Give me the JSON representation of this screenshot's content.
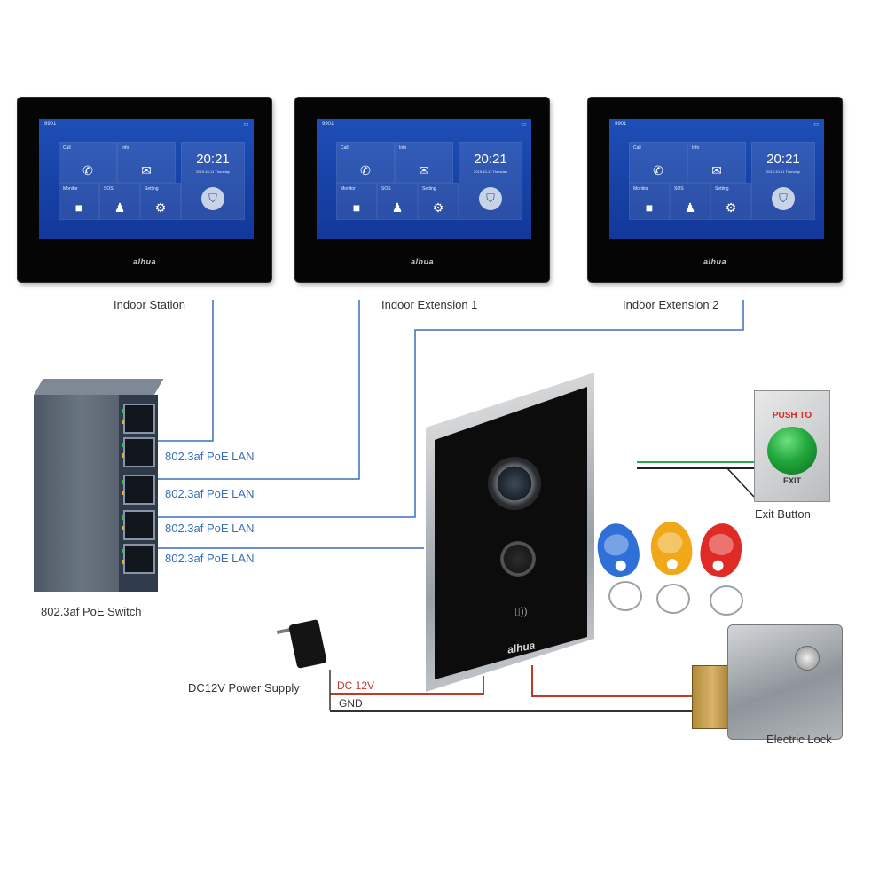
{
  "monitors": [
    {
      "label": "Indoor Station",
      "status_left": "9901",
      "call": "Call",
      "info": "Info",
      "monitor": "Monitor",
      "sos": "SOS",
      "setting": "Setting",
      "time": "20:21",
      "date": "2019-10-11   Thursday",
      "brand": "alhua"
    },
    {
      "label": "Indoor Extension 1",
      "status_left": "9901",
      "call": "Call",
      "info": "Info",
      "monitor": "Monitor",
      "sos": "SOS",
      "setting": "Setting",
      "time": "20:21",
      "date": "2019-10-11   Thursday",
      "brand": "alhua"
    },
    {
      "label": "Indoor Extension 2",
      "status_left": "9901",
      "call": "Call",
      "info": "Info",
      "monitor": "Monitor",
      "sos": "SOS",
      "setting": "Setting",
      "time": "20:21",
      "date": "2019-10-11   Thursday",
      "brand": "alhua"
    }
  ],
  "poe_links": [
    "802.3af PoE LAN",
    "802.3af PoE LAN",
    "802.3af PoE LAN",
    "802.3af PoE LAN"
  ],
  "switch_label": "802.3af PoE Switch",
  "door_station": {
    "brand": "alhua"
  },
  "exit_button": {
    "push_text": "PUSH TO",
    "exit_text": "EXIT",
    "label": "Exit Button"
  },
  "power": {
    "label": "DC12V Power Supply",
    "dc": "DC 12V",
    "gnd": "GND"
  },
  "lock_label": "Electric Lock",
  "colors": {
    "poe_wire": "#3a6fb8",
    "dc_wire": "#c0392b",
    "gnd_wire": "#333333",
    "exit_wire_green": "#2aa84a"
  }
}
